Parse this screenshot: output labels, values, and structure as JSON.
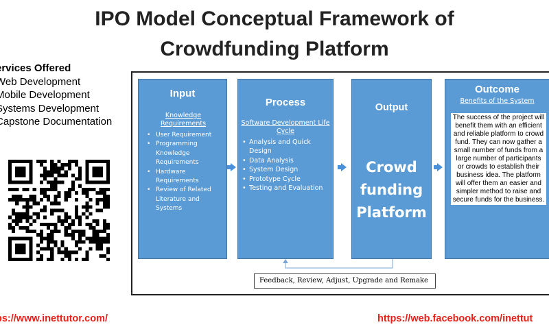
{
  "title_line1": "IPO Model Conceptual Framework of",
  "title_line2": "Crowdfunding Platform",
  "services": {
    "heading": "ervices Offered",
    "items": [
      "Web Development",
      "Mobile Development",
      "Systems Development",
      "Capstone Documentation"
    ]
  },
  "input": {
    "title": "Input",
    "subtitle": "Knowledge Requirements",
    "items": [
      "User Requirement",
      "Programming Knowledge Requirements",
      "Hardware Requirements",
      "Review of Related Literature and Systems"
    ]
  },
  "process": {
    "title": "Process",
    "subtitle": "Software Development Life Cycle",
    "items": [
      "Analysis and Quick Design",
      "Data Analysis",
      "System Design",
      "Prototype Cycle",
      "Testing and Evaluation"
    ]
  },
  "output": {
    "title": "Output",
    "big_lines": [
      "Crowd",
      "funding",
      "Platform"
    ]
  },
  "outcome": {
    "title": "Outcome",
    "subtitle": "Benefits of the System",
    "description": "The success of the project will benefit them with an efficient and reliable platform to crowd fund. They can now gather a small number of funds from a large number of participants or crowds to establish their business idea. The platform will offer them an easier and simpler method to raise and secure funds for the business."
  },
  "feedback": "Feedback, Review, Adjust, Upgrade and Remake",
  "links": {
    "left": "ps://www.inettutor.com/",
    "right": "https://web.facebook.com/inettut"
  },
  "colors": {
    "box_fill": "#5b9bd5",
    "box_border": "#41719c",
    "arrow": "#4a90d9",
    "link": "#e8201a"
  },
  "icons": [
    "qr-code-icon",
    "arrow-right-icon"
  ]
}
